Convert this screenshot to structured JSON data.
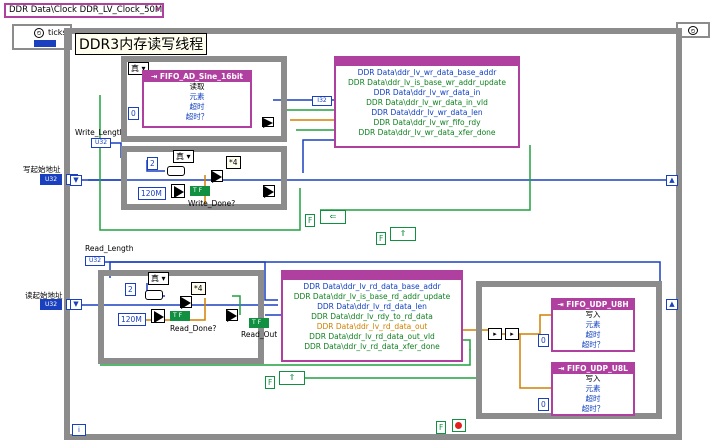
{
  "toolbar": {
    "class_label": "DDR Data\\Clock DDR_LV_Clock_50M",
    "ticks_label": "ticks"
  },
  "title": "DDR3内存读写线程",
  "labels": {
    "write_length": "Write_Length",
    "write_start": "写起始地址",
    "write_done": "Write_Done?",
    "read_length": "Read_Length",
    "read_start": "读起始地址",
    "read_done": "Read_Done?",
    "read_out": "Read_Out"
  },
  "case_true": "真",
  "consts": {
    "u32": "U32",
    "i32": "I32",
    "c0": "0",
    "c2": "2",
    "c120m": "120M",
    "tf": "T F",
    "mult4": "*4",
    "f": "F"
  },
  "fifo_ad": {
    "name": "FIFO_AD_Sine_16bit",
    "rows": [
      "读取",
      "元素",
      "超时",
      "超时？"
    ]
  },
  "wr_node": {
    "rows": [
      "DDR Data\\ddr_lv_wr_data_base_addr",
      "DDR Data\\ddr_lv_is_base_wr_addr_update",
      "DDR Data\\ddr_lv_wr_data_in",
      "DDR Data\\ddr_lv_wr_data_in_vld",
      "DDR Data\\ddr_lv_wr_data_len",
      "DDR Data\\ddr_lv_wr_fifo_rdy",
      "DDR Data\\ddr_lv_wr_data_xfer_done"
    ]
  },
  "rd_node": {
    "rows": [
      "DDR Data\\ddr_lv_rd_data_base_addr",
      "DDR Data\\ddr_lv_is_base_rd_addr_update",
      "DDR Data\\ddr_lv_rd_data_len",
      "DDR Data\\ddr_lv_rdy_to_rd_data",
      "DDR Data\\ddr_lv_rd_data_out",
      "DDR Data\\ddr_lv_rd_data_out_vld",
      "DDR Data\\ddr_lv_rd_data_xfer_done"
    ]
  },
  "fifo_u8h": {
    "name": "FIFO_UDP_U8H",
    "rows": [
      "写入",
      "元素",
      "超时",
      "超时？"
    ]
  },
  "fifo_u8l": {
    "name": "FIFO_UDP_U8L",
    "rows": [
      "写入",
      "元素",
      "超时",
      "超时？"
    ]
  },
  "colors": {
    "loop_border": "#8c8c8c",
    "node_border": "#b040a0",
    "wire_blue": "#1a40c0",
    "wire_green": "#20a040",
    "wire_orange": "#d08000",
    "wire_purple": "#8020a0"
  }
}
